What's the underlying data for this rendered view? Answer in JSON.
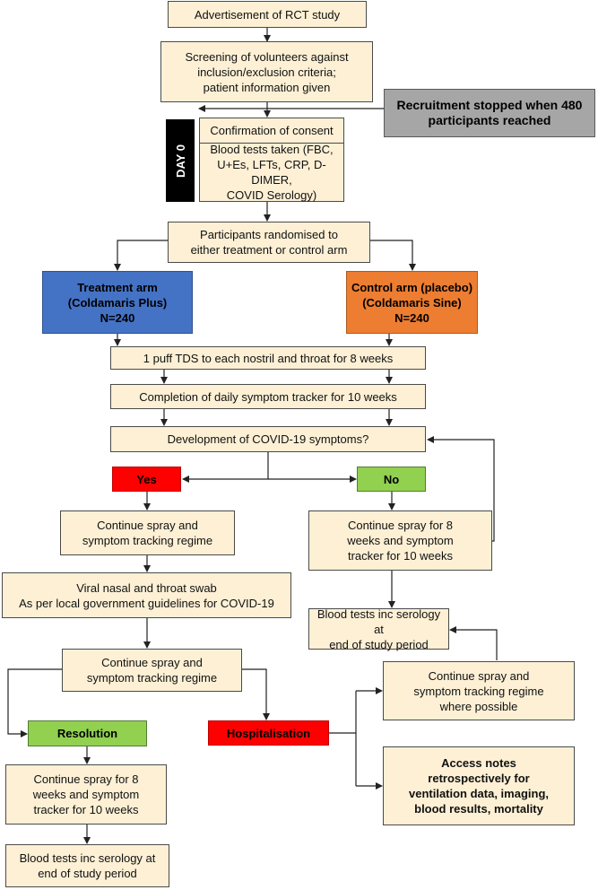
{
  "nodes": {
    "advert": "Advertisement of RCT study",
    "screening": "Screening of volunteers against\ninclusion/exclusion criteria;\npatient information given",
    "recruitment_stop": "Recruitment stopped when 480\nparticipants reached",
    "day0": "DAY 0",
    "consent": "Confirmation of consent",
    "blood_tests_day0": "Blood tests taken (FBC,\nU+Es, LFTs, CRP, D-DIMER,\nCOVID Serology)",
    "randomised": "Participants randomised to\neither treatment or control arm",
    "treatment_arm": "Treatment arm\n(Coldamaris Plus)\nN=240",
    "control_arm": "Control arm (placebo)\n(Coldamaris Sine)\nN=240",
    "puff": "1 puff TDS to each nostril and throat for 8 weeks",
    "tracker": "Completion of daily symptom tracker for 10 weeks",
    "symptoms_q": "Development of COVID-19 symptoms?",
    "yes": "Yes",
    "no": "No",
    "continue_yes": "Continue spray and\nsymptom tracking regime",
    "continue_no": "Continue spray for 8\nweeks and symptom\ntracker for 10 weeks",
    "swab": "Viral nasal and throat swab\nAs per local government guidelines for COVID-19",
    "blood_no": "Blood tests inc serology at\nend of study period",
    "continue_after_swab": "Continue spray and\nsymptom tracking regime",
    "continue_where_possible": "Continue spray and\nsymptom tracking regime\nwhere possible",
    "resolution": "Resolution",
    "hospitalisation": "Hospitalisation",
    "access_notes": "Access notes\nretrospectively for\nventilation data, imaging,\nblood results, mortality",
    "continue_resolution": "Continue spray for 8\nweeks and symptom\ntracker for 10 weeks",
    "blood_resolution": "Blood tests inc serology at\nend of study period"
  },
  "colors": {
    "box_fill": "#fdf0d5",
    "treatment": "#4472c4",
    "control": "#ed7d31",
    "stop": "#a6a6a6",
    "yes_hosp": "#ff0000",
    "no_resolution": "#92d050",
    "day0_bg": "#000000"
  }
}
